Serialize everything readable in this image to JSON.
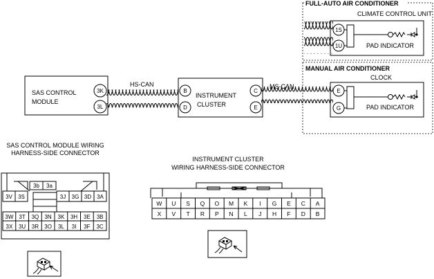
{
  "full_auto_ac": {
    "title": "FULL-AUTO AIR CONDITIONER",
    "unit": "CLIMATE CONTROL UNIT",
    "pins": [
      "1S",
      "1U"
    ],
    "indicator": "PAD INDICATOR"
  },
  "manual_ac": {
    "title": "MANUAL AIR CONDITIONER",
    "unit": "CLOCK",
    "pins": [
      "E",
      "G"
    ],
    "indicator": "PAD INDICATOR"
  },
  "sas_module": {
    "label_line1": "SAS CONTROL",
    "label_line2": "MODULE",
    "pins": [
      "3K",
      "3L"
    ]
  },
  "bus_hs": "HS-CAN",
  "bus_ms": "MS-CAN",
  "instrument_cluster": {
    "label_line1": "INSTRUMENT",
    "label_line2": "CLUSTER",
    "left_pins": [
      "B",
      "D"
    ],
    "right_pins": [
      "C",
      "E"
    ]
  },
  "sas_connector": {
    "title_line1": "SAS CONTROL MODULE WIRING",
    "title_line2": "HARNESS-SIDE CONNECTOR",
    "top_pins": [
      "3b",
      "3a"
    ],
    "row1_left": [
      "3V",
      "3S"
    ],
    "row1_right": [
      "3J",
      "3G",
      "3D",
      "3A"
    ],
    "row2": [
      "3W",
      "3T",
      "3Q",
      "3N",
      "3K",
      "3H",
      "3E",
      "3B"
    ],
    "row3": [
      "3X",
      "3U",
      "3R",
      "3O",
      "3L",
      "3I",
      "3F",
      "3C"
    ]
  },
  "ic_connector": {
    "title_line1": "INSTRUMENT CLUSTER",
    "title_line2": "WIRING HARNESS-SIDE CONNECTOR",
    "row1": [
      "W",
      "U",
      "S",
      "Q",
      "O",
      "M",
      "K",
      "I",
      "G",
      "E",
      "C",
      "A"
    ],
    "row2": [
      "X",
      "V",
      "T",
      "R",
      "P",
      "N",
      "L",
      "J",
      "H",
      "F",
      "D",
      "B"
    ]
  }
}
